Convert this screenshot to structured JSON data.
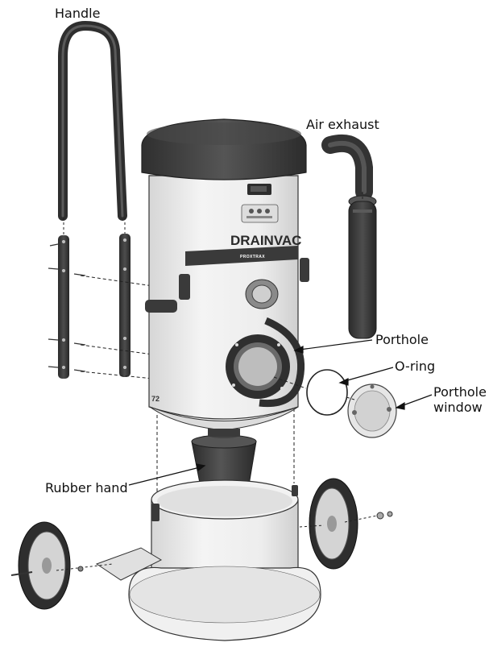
{
  "labels": {
    "handle": "Handle",
    "air_exhaust": "Air exhaust",
    "porthole": "Porthole",
    "o_ring": "O-ring",
    "porthole_window_1": "Porthole",
    "porthole_window_2": "window",
    "rubber_hand": "Rubber hand"
  },
  "product": {
    "brand": "DRAINVAC",
    "model": "PROXTRAX",
    "badge": "72"
  },
  "colors": {
    "dark": "#3a3a3a",
    "body": "#ececec",
    "line": "#222222"
  }
}
